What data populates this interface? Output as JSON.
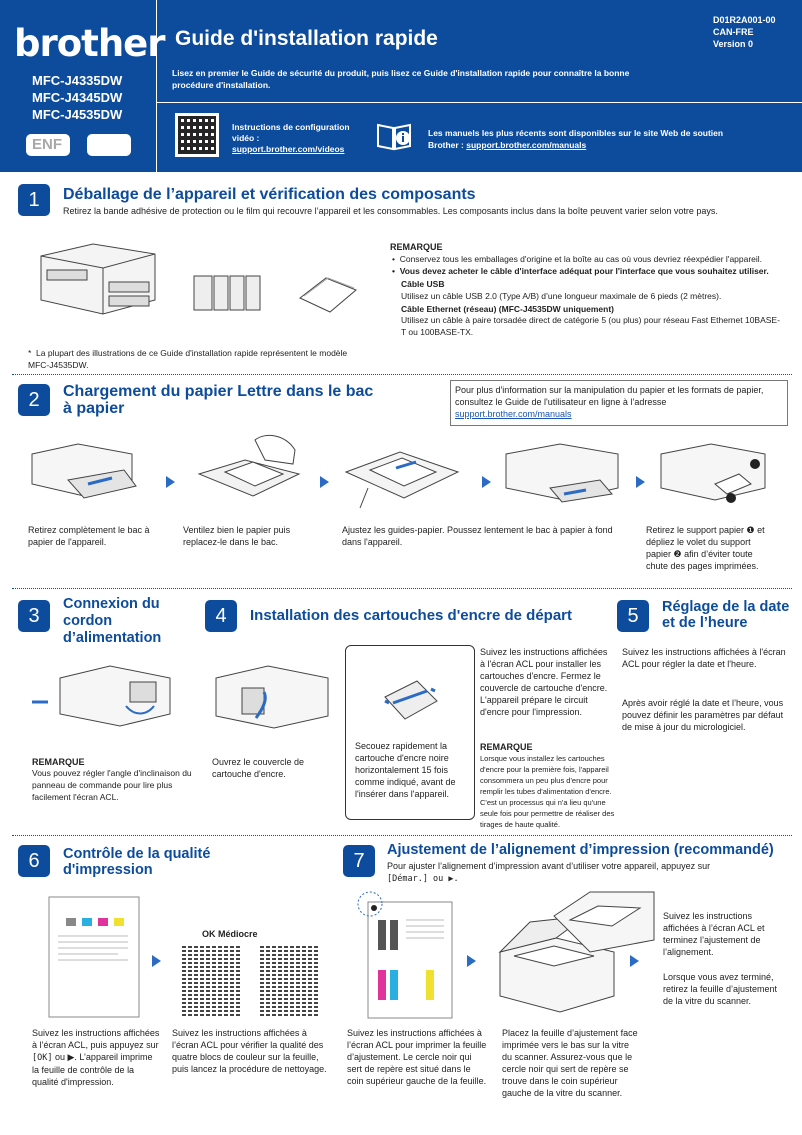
{
  "header": {
    "logo": "brother",
    "models": [
      "MFC-J4335DW",
      "MFC-J4345DW",
      "MFC-J4535DW"
    ],
    "lang": "ENF",
    "title": "Guide d'installation rapide",
    "doc_id": [
      "D01R2A001-00",
      "CAN-FRE",
      "Version 0"
    ],
    "intro": "Lisez en premier le Guide de sécurité du produit, puis lisez ce Guide d'installation rapide pour connaître la bonne procédure d'installation.",
    "video_label": "Instructions de configuration vidéo :",
    "video_link": "support.brother.com/videos",
    "manuals_label": "Les manuels les plus récents sont disponibles sur le site Web de soutien Brother :",
    "manuals_link": "support.brother.com/manuals"
  },
  "s1": {
    "num": "1",
    "title": "Déballage de l’appareil et vérification des composants",
    "subtitle": "Retirez la bande adhésive de protection ou le film qui recouvre l’appareil et les consommables. Les composants inclus dans la boîte peuvent varier selon votre pays.",
    "note_title": "REMARQUE",
    "note_1": "Conservez tous les emballages d'origine et la boîte au cas où vous devriez réexpédier l'appareil.",
    "note_2": "Vous devez acheter le câble d'interface adéquat pour l'interface que vous souhaitez utiliser.",
    "usb_title": "Câble USB",
    "usb_text": "Utilisez un câble USB 2.0 (Type A/B) d’une longueur maximale de 6 pieds (2 mètres).",
    "eth_title": "Câble Ethernet (réseau) (MFC-J4535DW uniquement)",
    "eth_text": "Utilisez un câble à paire torsadée direct de catégorie 5 (ou plus) pour réseau Fast Ethernet 10BASE-T ou 100BASE-TX.",
    "footnote": "La plupart des illustrations de ce Guide d'installation rapide représentent le modèle MFC-J4535DW."
  },
  "s2": {
    "num": "2",
    "title": "Chargement du papier Lettre dans le bac à papier",
    "info": "Pour plus d'information sur la manipulation du papier et les formats de papier, consultez le Guide de l'utilisateur en ligne à l’adresse",
    "info_link": "support.brother.com/manuals",
    "c1": "Retirez complètement le bac à papier de l'appareil.",
    "c2": "Ventilez bien le papier puis replacez-le dans le bac.",
    "c3": "Ajustez les guides-papier. Poussez lentement le bac à papier à fond dans l'appareil.",
    "c4": "Retirez le support papier ❶ et dépliez le volet du support papier ❷ afin d’éviter toute chute des pages imprimées."
  },
  "s3": {
    "num": "3",
    "title": "Connexion du cordon d’alimentation",
    "note_title": "REMARQUE",
    "note": "Vous pouvez régler l'angle d'inclinaison du panneau de commande pour lire plus facilement l'écran ACL."
  },
  "s4": {
    "num": "4",
    "title": "Installation des cartouches d'encre de départ",
    "open_cover": "Ouvrez le couvercle de cartouche d'encre.",
    "shake": "Secouez rapidement la cartouche d'encre noire horizontalement 15 fois comme indiqué, avant de l'insérer dans l'appareil.",
    "follow": "Suivez les instructions affichées à l'écran ACL pour installer les cartouches d'encre. Fermez le couvercle de cartouche d'encre. L'appareil prépare le circuit d'encre pour l'impression.",
    "note_title": "REMARQUE",
    "note": "Lorsque vous installez les cartouches d'encre pour la première fois, l'appareil consommera un peu plus d'encre pour remplir les tubes d'alimentation d'encre. C'est un processus qui n'a lieu qu'une seule fois pour permettre de réaliser des tirages de haute qualité."
  },
  "s5": {
    "num": "5",
    "title": "Réglage de la date et de l’heure",
    "p1": "Suivez les instructions affichées à l'écran ACL pour régler la date et l'heure.",
    "p2": "Après avoir réglé la date et l’heure, vous pouvez définir les paramètres par défaut de mise à jour du micrologiciel."
  },
  "s6": {
    "num": "6",
    "title": "Contrôle de la qualité d'impression",
    "ok_label": "OK Médiocre",
    "c1": "Suivez les instructions affichées à l’écran ACL, puis appuyez sur [OK] ou ▶. L’appareil imprime la feuille de contrôle de la qualité d'impression.",
    "c2": "Suivez les instructions affichées à l’écran ACL pour vérifier la qualité des quatre blocs de couleur sur la feuille, puis lancez la procédure de nettoyage."
  },
  "s7": {
    "num": "7",
    "title": "Ajustement de l’alignement d’impression (recommandé)",
    "subtitle_a": "Pour ajuster l’alignement d’impression avant d’utiliser votre appareil, appuyez sur",
    "subtitle_b": "[Démar.] ou ▶.",
    "c1": "Suivez les instructions affichées à l’écran ACL pour imprimer la feuille d’ajustement. Le cercle noir qui sert de repère est situé dans le coin supérieur gauche de la feuille.",
    "c2": "Placez la feuille d’ajustement face imprimée vers le bas sur la vitre du scanner. Assurez-vous que le cercle noir qui sert de repère se trouve dans le coin supérieur gauche de la vitre du scanner.",
    "c3a": "Suivez les instructions affichées à l’écran ACL et terminez l’ajustement de l’alignement.",
    "c3b": "Lorsque vous avez terminé, retirez la feuille d’ajustement de la vitre du scanner."
  }
}
